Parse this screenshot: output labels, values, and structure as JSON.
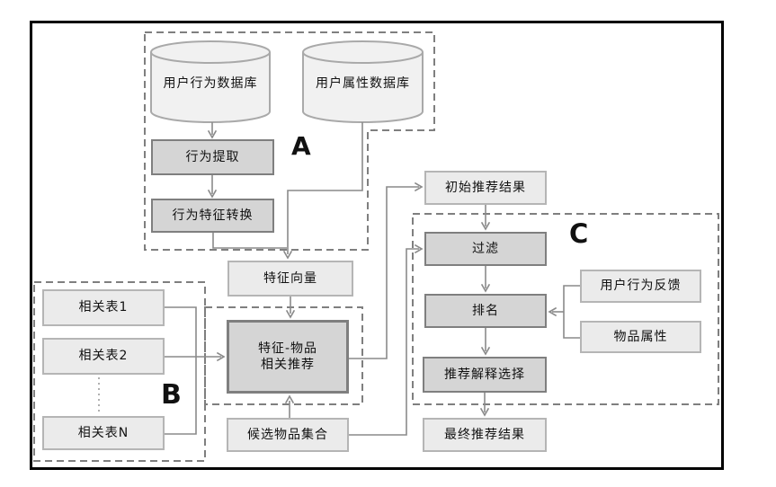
{
  "groups": {
    "a": {
      "label": "A"
    },
    "b": {
      "label": "B"
    },
    "c": {
      "label": "C"
    }
  },
  "nodes": {
    "user_behavior_db": {
      "label": "用户行为数据库",
      "type": "database"
    },
    "user_attr_db": {
      "label": "用户属性数据库",
      "type": "database"
    },
    "extract": {
      "label": "行为提取",
      "type": "process"
    },
    "transform": {
      "label": "行为特征转换",
      "type": "process"
    },
    "feature_vector": {
      "label": "特征向量",
      "type": "data"
    },
    "table1": {
      "label": "相关表1",
      "type": "data"
    },
    "table2": {
      "label": "相关表2",
      "type": "data"
    },
    "tableN": {
      "label": "相关表N",
      "type": "data"
    },
    "core": {
      "label_line1": "特征-物品",
      "label_line2": "相关推荐",
      "type": "process"
    },
    "initial": {
      "label": "初始推荐结果",
      "type": "data"
    },
    "filter": {
      "label": "过滤",
      "type": "process"
    },
    "rank": {
      "label": "排名",
      "type": "process"
    },
    "feedback": {
      "label": "用户行为反馈",
      "type": "data"
    },
    "item_attr": {
      "label": "物品属性",
      "type": "data"
    },
    "explain": {
      "label": "推荐解释选择",
      "type": "process"
    },
    "final": {
      "label": "最终推荐结果",
      "type": "data"
    },
    "candidates": {
      "label": "候选物品集合",
      "type": "data"
    }
  },
  "edges": [
    {
      "from": "user_behavior_db",
      "to": "extract"
    },
    {
      "from": "extract",
      "to": "transform"
    },
    {
      "from": "transform",
      "to": "feature_vector"
    },
    {
      "from": "user_attr_db",
      "to": "feature_vector"
    },
    {
      "from": "feature_vector",
      "to": "core"
    },
    {
      "from": "table1",
      "to": "core"
    },
    {
      "from": "table2",
      "to": "core"
    },
    {
      "from": "tableN",
      "to": "core"
    },
    {
      "from": "candidates",
      "to": "core"
    },
    {
      "from": "core",
      "to": "initial"
    },
    {
      "from": "initial",
      "to": "filter"
    },
    {
      "from": "candidates",
      "to": "filter"
    },
    {
      "from": "filter",
      "to": "rank"
    },
    {
      "from": "feedback",
      "to": "rank"
    },
    {
      "from": "item_attr",
      "to": "rank"
    },
    {
      "from": "rank",
      "to": "explain"
    },
    {
      "from": "explain",
      "to": "final"
    }
  ],
  "colors": {
    "box_dark_fill": "#d5d5d5",
    "box_dark_border": "#7f7f7f",
    "box_light_fill": "#ebebeb",
    "box_light_border": "#b5b5b5",
    "cylinder_fill": "#f1f1f1",
    "cylinder_border": "#a9a9a9",
    "line": "#8a8a8a",
    "dashed_border": "#7f7f7f",
    "frame": "#000000",
    "text": "#111111"
  }
}
